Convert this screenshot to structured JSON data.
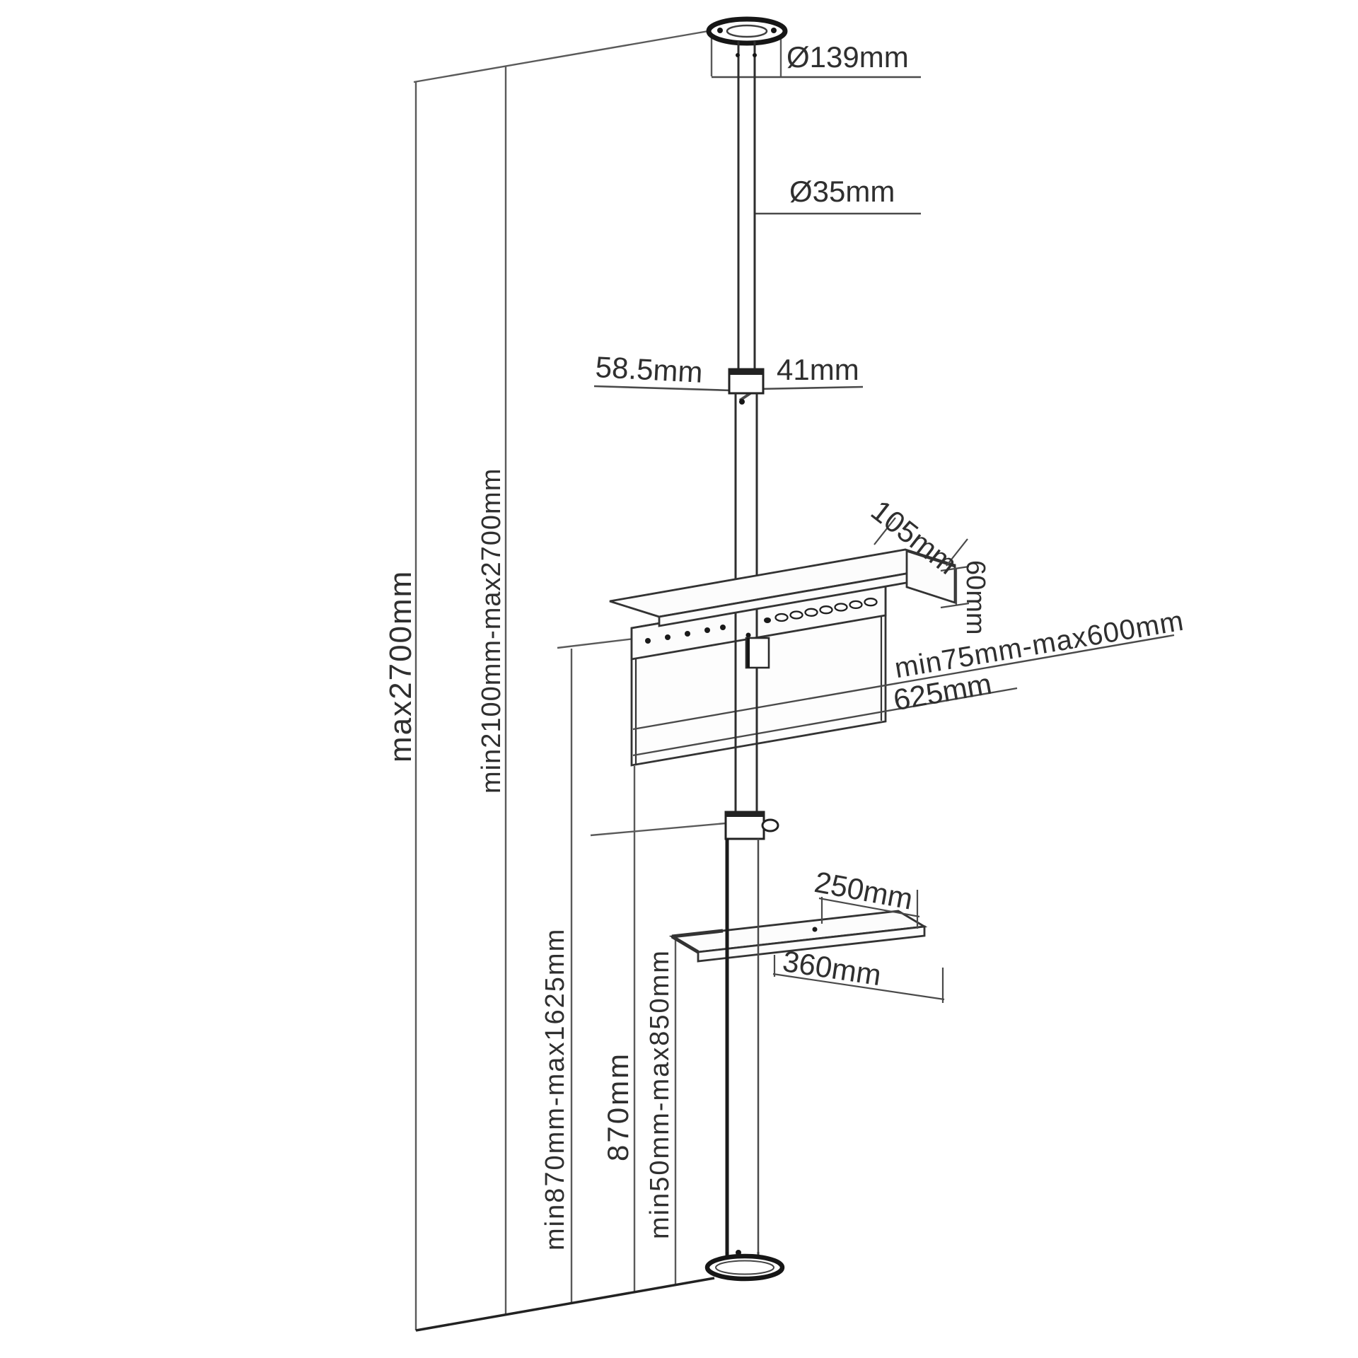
{
  "diagram": {
    "kind": "ceiling-tv-mount-dimension-drawing",
    "labels": {
      "top_plate_diameter": "Ø139mm",
      "pole_diameter": "Ø35mm",
      "collar_offset_left": "58.5mm",
      "collar_offset_right": "41mm",
      "shelf_depth": "105mm",
      "shelf_thickness": "60mm",
      "vesa_range": "min75mm-max600mm",
      "plate_width": "625mm",
      "tray_depth": "250mm",
      "tray_width": "360mm",
      "height_max": "max2700mm",
      "height_range": "min2100mm-max2700mm",
      "tv_height_range": "min870mm-max1625mm",
      "fixed_height": "870mm",
      "tray_height_range": "min50mm-max850mm"
    },
    "colors": {
      "line": "#3f3f3f",
      "line_bold": "#161616",
      "background": "#ffffff",
      "text": "#2f2f2f"
    }
  }
}
